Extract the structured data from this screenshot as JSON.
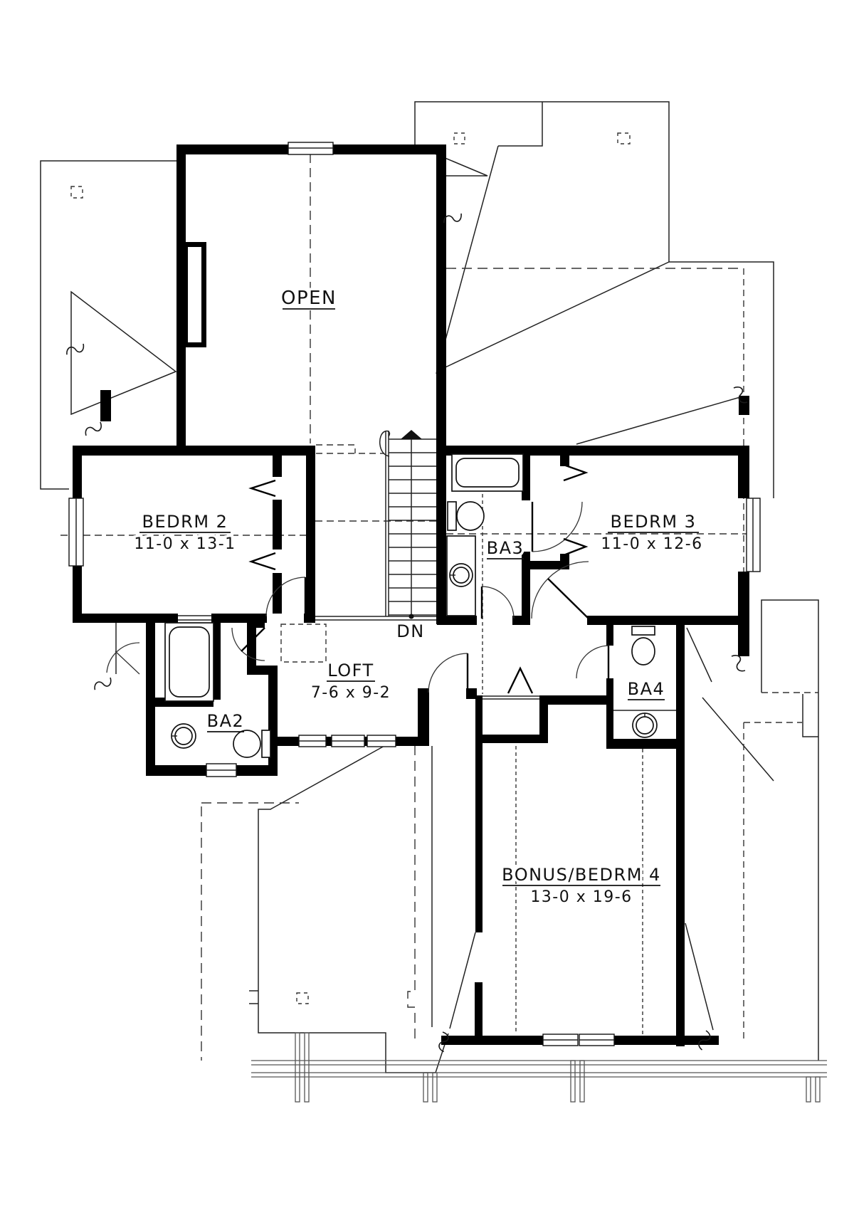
{
  "plan": {
    "type": "upper-floor-plan",
    "rooms": {
      "open": {
        "label": "OPEN"
      },
      "bedrm2": {
        "label": "BEDRM 2",
        "dims": "11-0 x 13-1"
      },
      "bedrm3": {
        "label": "BEDRM 3",
        "dims": "11-0 x 12-6"
      },
      "ba2": {
        "label": "BA2"
      },
      "ba3": {
        "label": "BA3"
      },
      "ba4": {
        "label": "BA4"
      },
      "loft": {
        "label": "LOFT",
        "dims": "7-6 x 9-2"
      },
      "bonus": {
        "label": "BONUS/BEDRM 4",
        "dims": "13-0 x 19-6"
      }
    },
    "stairs": {
      "direction_label": "DN"
    },
    "colors": {
      "walls": "#000000",
      "thin_lines": "#222222",
      "dashed_lines": "#333333",
      "background": "#ffffff",
      "text": "#111111"
    }
  }
}
